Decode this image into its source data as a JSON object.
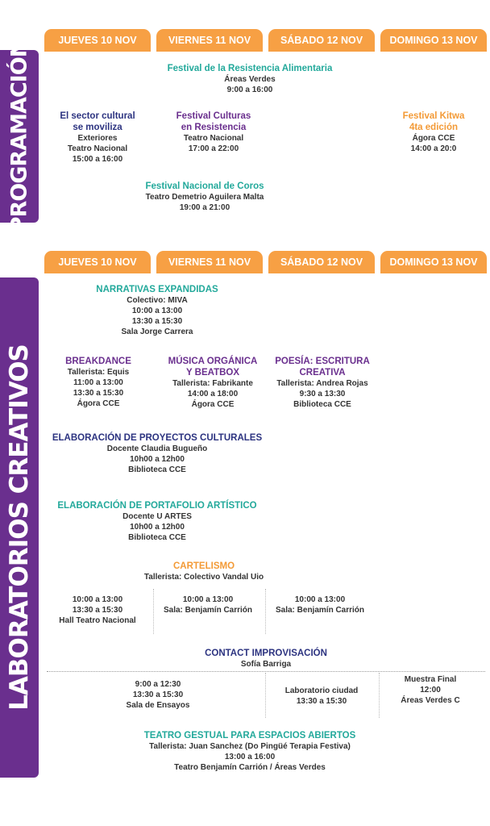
{
  "programacion": {
    "side_title": "PROGRAMACIÓN",
    "days": [
      "JUEVES 10 NOV",
      "VIERNES 11 NOV",
      "SÁBADO 12 NOV",
      "DOMINGO 13 NOV"
    ],
    "events": {
      "resistencia_alimentaria": {
        "title": "Festival de la Resistencia Alimentaria",
        "line1": "Áreas Verdes",
        "line2": "9:00 a 16:00"
      },
      "sector_cultural": {
        "title1": "El sector cultural",
        "title2": "se moviliza",
        "line1": "Exteriores",
        "line2": "Teatro Nacional",
        "line3": "15:00 a 16:00"
      },
      "culturas_resistencia": {
        "title1": "Festival Culturas",
        "title2": "en Resistencia",
        "line1": "Teatro Nacional",
        "line2": "17:00 a 22:00"
      },
      "kitwa": {
        "title1": "Festival Kitwa",
        "title2": "4ta edición",
        "line1": "Ágora CCE",
        "line2": "14:00 a 20:0"
      },
      "coros": {
        "title": "Festival Nacional de Coros",
        "line1": "Teatro Demetrio Aguilera Malta",
        "line2": "19:00 a 21:00"
      }
    }
  },
  "laboratorios": {
    "side_title": "LABORATORIOS CREATIVOS",
    "days": [
      "JUEVES 10 NOV",
      "VIERNES 11 NOV",
      "SÁBADO 12 NOV",
      "DOMINGO 13 NOV"
    ],
    "narrativas": {
      "title": "NARRATIVAS EXPANDIDAS",
      "lines": [
        "Colectivo: MIVA",
        "10:00 a 13:00",
        "13:30 a 15:30",
        "Sala Jorge Carrera"
      ]
    },
    "breakdance": {
      "title": "BREAKDANCE",
      "lines": [
        "Tallerista: Equis",
        "11:00 a 13:00",
        "13:30 a 15:30",
        "Ágora CCE"
      ]
    },
    "musica": {
      "title1": "MÚSICA ORGÁNICA",
      "title2": "Y BEATBOX",
      "lines": [
        "Tallerista: Fabrikante",
        "14:00 a 18:00",
        "Ágora CCE"
      ]
    },
    "poesia": {
      "title1": "POESÍA: ESCRITURA",
      "title2": "CREATIVA",
      "lines": [
        "Tallerista: Andrea Rojas",
        "9:30 a 13:30",
        "Biblioteca CCE"
      ]
    },
    "proyectos": {
      "title": "ELABORACIÓN DE PROYECTOS CULTURALES",
      "lines": [
        "Docente Claudia Bugueño",
        "10h00 a 12h00",
        "Biblioteca CCE"
      ]
    },
    "portafolio": {
      "title": "ELABORACIÓN DE PORTAFOLIO ARTÍSTICO",
      "lines": [
        "Docente U ARTES",
        "10h00 a 12h00",
        "Biblioteca CCE"
      ]
    },
    "cartelismo": {
      "title": "CARTELISMO",
      "subtitle": "Tallerista: Colectivo Vandal Uio",
      "jueves": [
        "10:00 a 13:00",
        "13:30 a 15:30",
        "Hall Teatro Nacional"
      ],
      "viernes": [
        "10:00 a 13:00",
        "Sala: Benjamín Carrión"
      ],
      "sabado": [
        "10:00 a 13:00",
        "Sala: Benjamín Carrión"
      ]
    },
    "contact": {
      "title": "CONTACT IMPROVISACIÓN",
      "subtitle": "Sofía Barriga",
      "left": [
        "9:00 a 12:30",
        "13:30 a 15:30",
        "Sala de Ensayos"
      ],
      "sabado": [
        "Laboratorio ciudad",
        "13:30 a 15:30"
      ],
      "domingo": [
        "Muestra Final",
        "12:00",
        "Áreas Verdes C"
      ]
    },
    "teatro_gestual": {
      "title": "TEATRO GESTUAL PARA ESPACIOS ABIERTOS",
      "lines": [
        "Tallerista: Juan Sanchez (Do Pingüé Terapia Festiva)",
        "13:00 a 16:00",
        "Teatro Benjamín Carrión / Áreas Verdes"
      ]
    }
  },
  "colors": {
    "purple": "#6a2f8e",
    "orange": "#f7a044",
    "teal": "#23a99b",
    "navy": "#2c3380"
  }
}
